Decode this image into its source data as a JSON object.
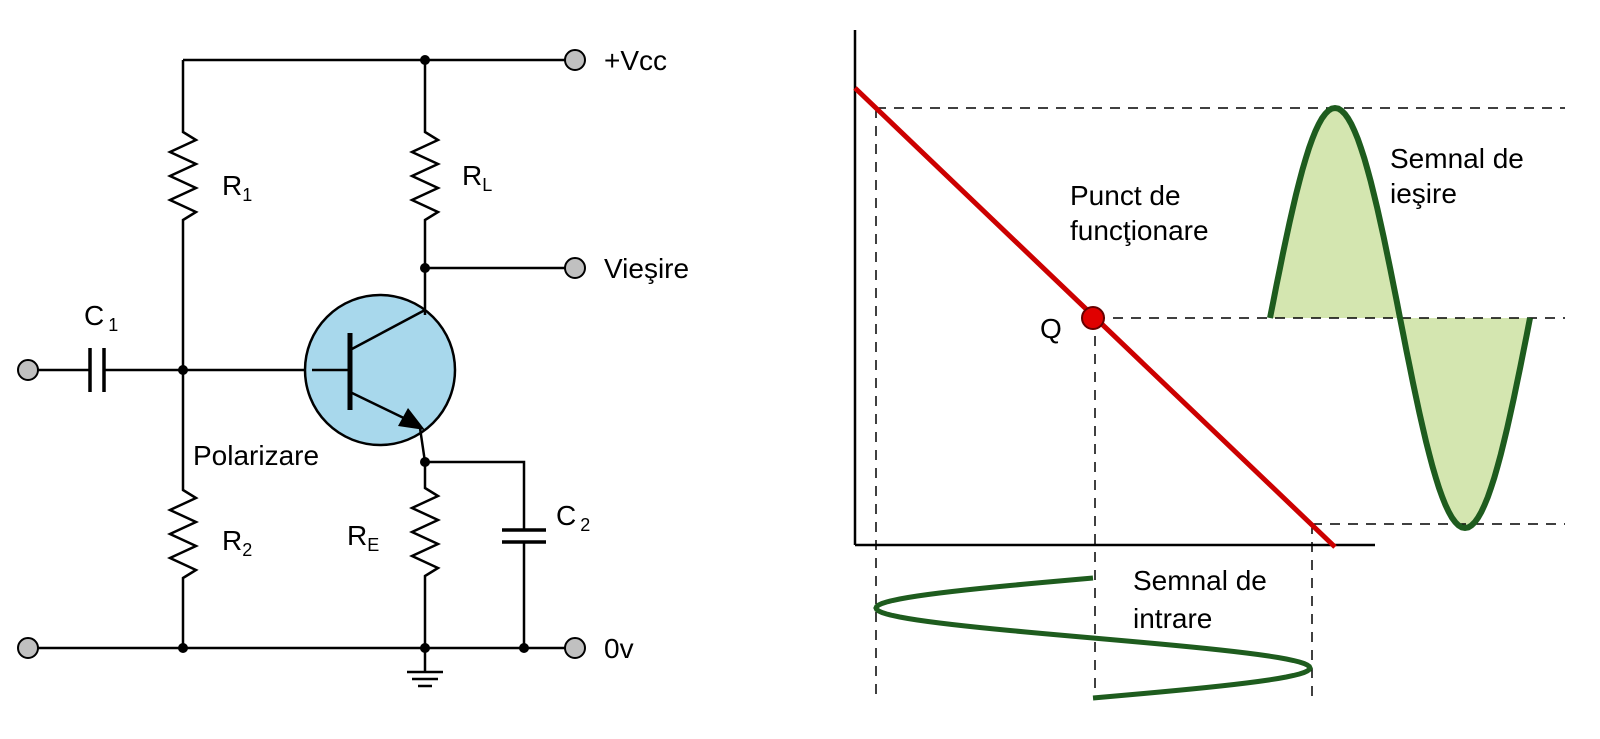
{
  "circuit": {
    "vcc_label": "+Vcc",
    "vout_label": "Vieşire",
    "ground_label": "0v",
    "bias_label": "Polarizare",
    "r1": {
      "main": "R",
      "sub": "1"
    },
    "r2": {
      "main": "R",
      "sub": "2"
    },
    "rl": {
      "main": "R",
      "sub": "L"
    },
    "re": {
      "main": "R",
      "sub": "E"
    },
    "c1": {
      "main": "C",
      "sub": "1"
    },
    "c2": {
      "main": "C",
      "sub": "2"
    }
  },
  "graph": {
    "q_label": "Q",
    "operating_point_line1": "Punct de",
    "operating_point_line2": "funcţionare",
    "output_signal_line1": "Semnal de",
    "output_signal_line2": "ieşire",
    "input_signal_line1": "Semnal de",
    "input_signal_line2": "intrare"
  },
  "colors": {
    "transistor_fill": "#a8d8ec",
    "load_line": "#cc0000",
    "q_point": "#e00000",
    "signal": "#1e5c1e",
    "signal_fill": "#d4e6b0",
    "terminal": "#c0c0c0"
  }
}
